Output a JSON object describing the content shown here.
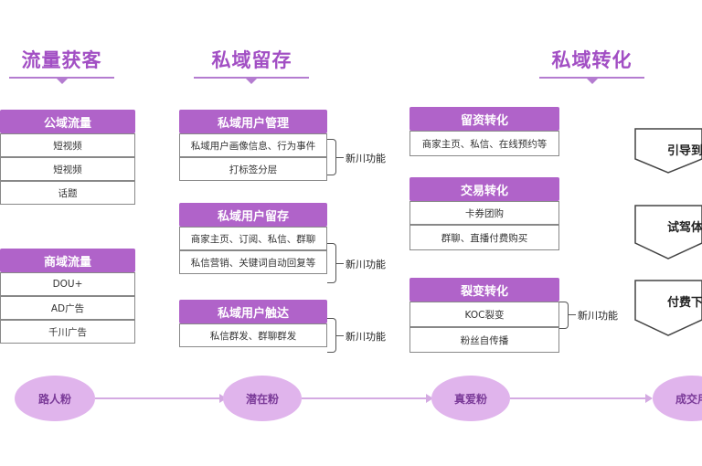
{
  "headings": {
    "acquisition": "流量获客",
    "retention": "私域留存",
    "conversion": "私域转化"
  },
  "column1": [
    {
      "title": "公域流量",
      "items": [
        "短视频",
        "短视频",
        "话题"
      ]
    },
    {
      "title": "商域流量",
      "items": [
        "DOU+",
        "AD广告",
        "千川广告"
      ]
    }
  ],
  "column2": [
    {
      "title": "私域用户管理",
      "items": [
        "私域用户画像信息、行为事件",
        "打标签分层"
      ]
    },
    {
      "title": "私域用户留存",
      "items": [
        "商家主页、订阅、私信、群聊",
        "私信营销、关键词自动回复等"
      ]
    },
    {
      "title": "私域用户触达",
      "items": [
        "私信群发、群聊群发"
      ]
    }
  ],
  "column3": [
    {
      "title": "留资转化",
      "items": [
        "商家主页、私信、在线预约等"
      ]
    },
    {
      "title": "交易转化",
      "items": [
        "卡券团购",
        "群聊、直播付费购买"
      ]
    },
    {
      "title": "裂变转化",
      "items": [
        "KOC裂变",
        "粉丝自传播"
      ]
    }
  ],
  "new_feature_label": "新川功能",
  "funnel": [
    "引导到",
    "试驾体",
    "付费下"
  ],
  "stages": [
    "路人粉",
    "潜在粉",
    "真爱粉",
    "成交用"
  ],
  "colors": {
    "accent": "#b063c9",
    "heading": "#a24fc4",
    "stage": "#e0b4ec"
  }
}
